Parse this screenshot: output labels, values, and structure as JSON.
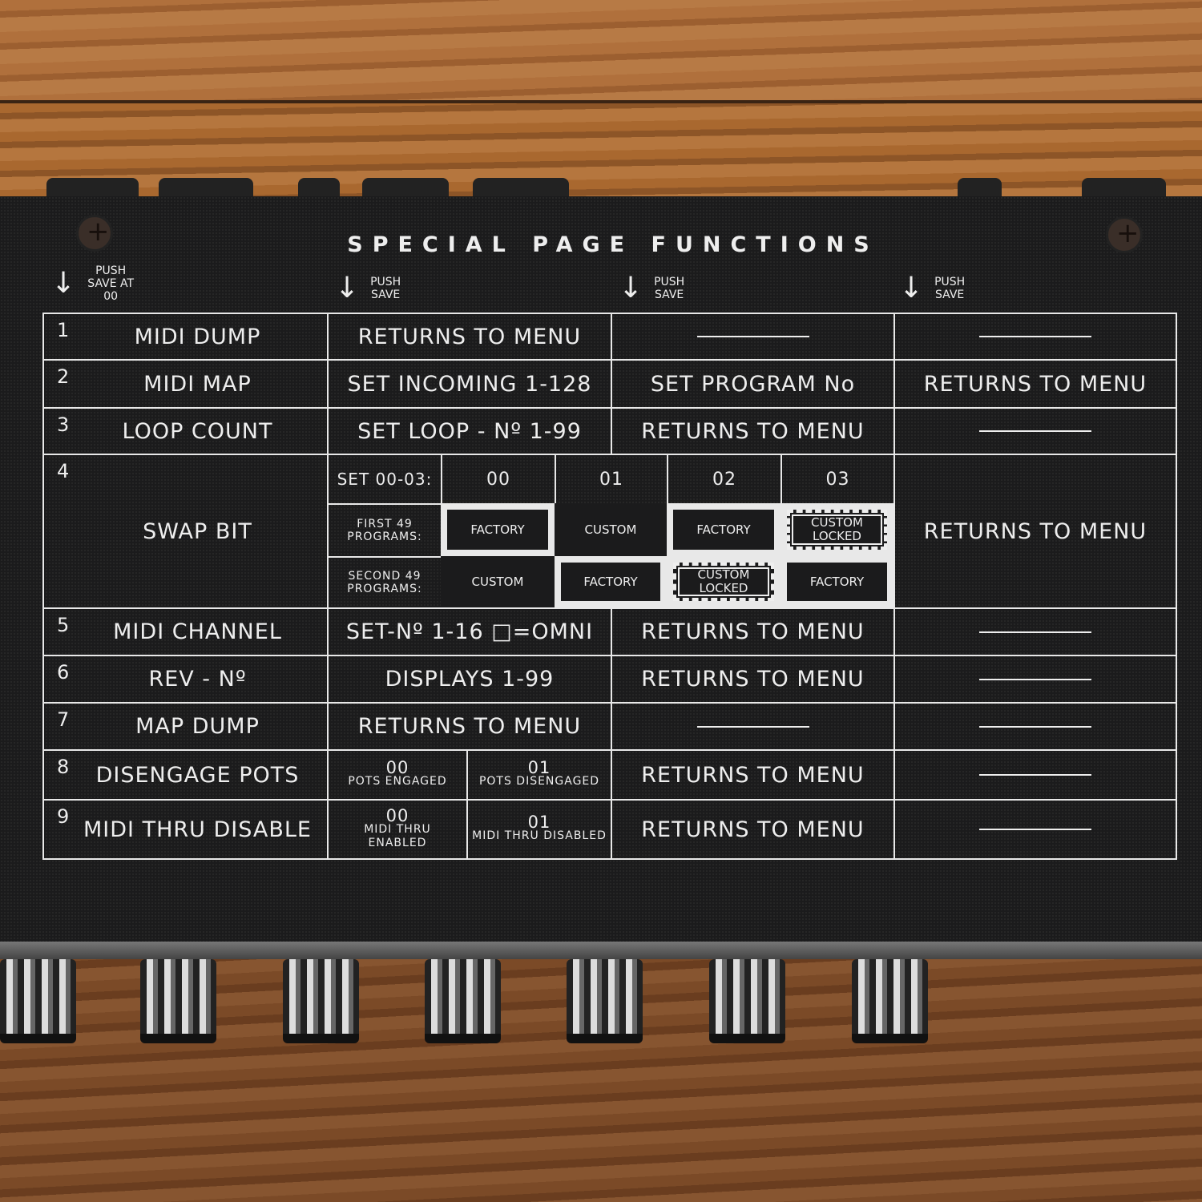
{
  "panel": {
    "title": "SPECIAL PAGE FUNCTIONS",
    "push_labels": [
      "PUSH SAVE AT 00",
      "PUSH SAVE",
      "PUSH SAVE",
      "PUSH SAVE"
    ],
    "rows": [
      {
        "n": "1",
        "name": "MIDI DUMP",
        "cols": [
          "RETURNS TO MENU",
          null,
          null
        ]
      },
      {
        "n": "2",
        "name": "MIDI MAP",
        "cols": [
          "SET INCOMING 1-128",
          "SET PROGRAM No",
          "RETURNS TO MENU"
        ]
      },
      {
        "n": "3",
        "name": "LOOP COUNT",
        "cols": [
          "SET LOOP - Nº 1-99",
          "RETURNS TO MENU",
          null
        ]
      },
      {
        "n": "4",
        "name": "SWAP BIT",
        "cols": [
          "",
          "",
          "RETURNS TO MENU"
        ]
      },
      {
        "n": "5",
        "name": "MIDI CHANNEL",
        "cols": [
          "SET-Nº 1-16  □=OMNI",
          "RETURNS TO MENU",
          null
        ]
      },
      {
        "n": "6",
        "name": "REV - Nº",
        "cols": [
          "DISPLAYS 1-99",
          "RETURNS TO MENU",
          null
        ]
      },
      {
        "n": "7",
        "name": "MAP DUMP",
        "cols": [
          "RETURNS TO MENU",
          null,
          null
        ]
      },
      {
        "n": "8",
        "name": "DISENGAGE POTS",
        "split": [
          {
            "v": "00",
            "l": "POTS ENGAGED"
          },
          {
            "v": "01",
            "l": "POTS DISENGAGED"
          }
        ],
        "cols": [
          "",
          "RETURNS TO MENU",
          null
        ]
      },
      {
        "n": "9",
        "name": "MIDI THRU DISABLE",
        "split": [
          {
            "v": "00",
            "l": "MIDI THRU ENABLED"
          },
          {
            "v": "01",
            "l": "MIDI THRU DISABLED"
          }
        ],
        "cols": [
          "",
          "RETURNS TO MENU",
          null
        ]
      }
    ],
    "swap": {
      "set_label": "SET 00-03:",
      "values": [
        "00",
        "01",
        "02",
        "03"
      ],
      "first_label": "FIRST 49 PROGRAMS:",
      "second_label": "SECOND 49 PROGRAMS:",
      "first": [
        "FACTORY",
        "CUSTOM",
        "FACTORY",
        "CUSTOM LOCKED"
      ],
      "second": [
        "CUSTOM",
        "FACTORY",
        "CUSTOM LOCKED",
        "FACTORY"
      ]
    }
  }
}
